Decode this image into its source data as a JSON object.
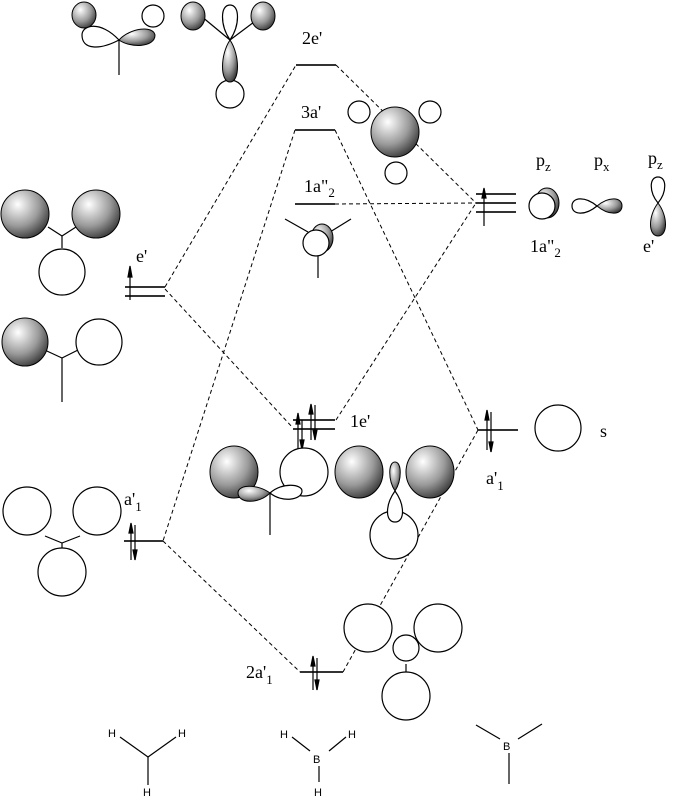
{
  "diagram": {
    "title": "BH3 molecular orbital diagram",
    "mo_levels": {
      "e2": "2e'",
      "a3": "3a'",
      "a2pp_main": "1a\"",
      "a2pp_sub": "2",
      "e1": "1e'",
      "a2_main": "2a'",
      "a2_sub": "1"
    },
    "h3_fragment": {
      "e_label": "e'",
      "a1_main": "a'",
      "a1_sub": "1"
    },
    "boron_atom": {
      "pz1_main": "p",
      "pz1_sub": "z",
      "px_main": "p",
      "px_sub": "x",
      "pz2_main": "p",
      "pz2_sub": "z",
      "a2pp_main": "1a\"",
      "a2pp_sub": "2",
      "e_label": "e'",
      "s_label": "s",
      "a1_main": "a'",
      "a1_sub": "1"
    },
    "structures": {
      "h3": {
        "atoms": [
          "H",
          "H",
          "H"
        ]
      },
      "bh3": {
        "center": "B",
        "atoms": [
          "H",
          "H",
          "H"
        ]
      },
      "b": {
        "center": "B"
      }
    },
    "colors": {
      "shade_light": "#ffffff",
      "shade_dark": "#555555"
    }
  }
}
